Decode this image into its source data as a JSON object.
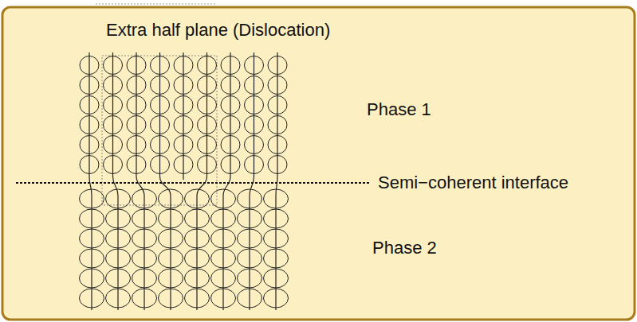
{
  "diagram": {
    "labels": [
      "Extra half plane (Dislocation)",
      "Phase 1",
      "Semi−coherent interface",
      "Phase 2"
    ]
  }
}
